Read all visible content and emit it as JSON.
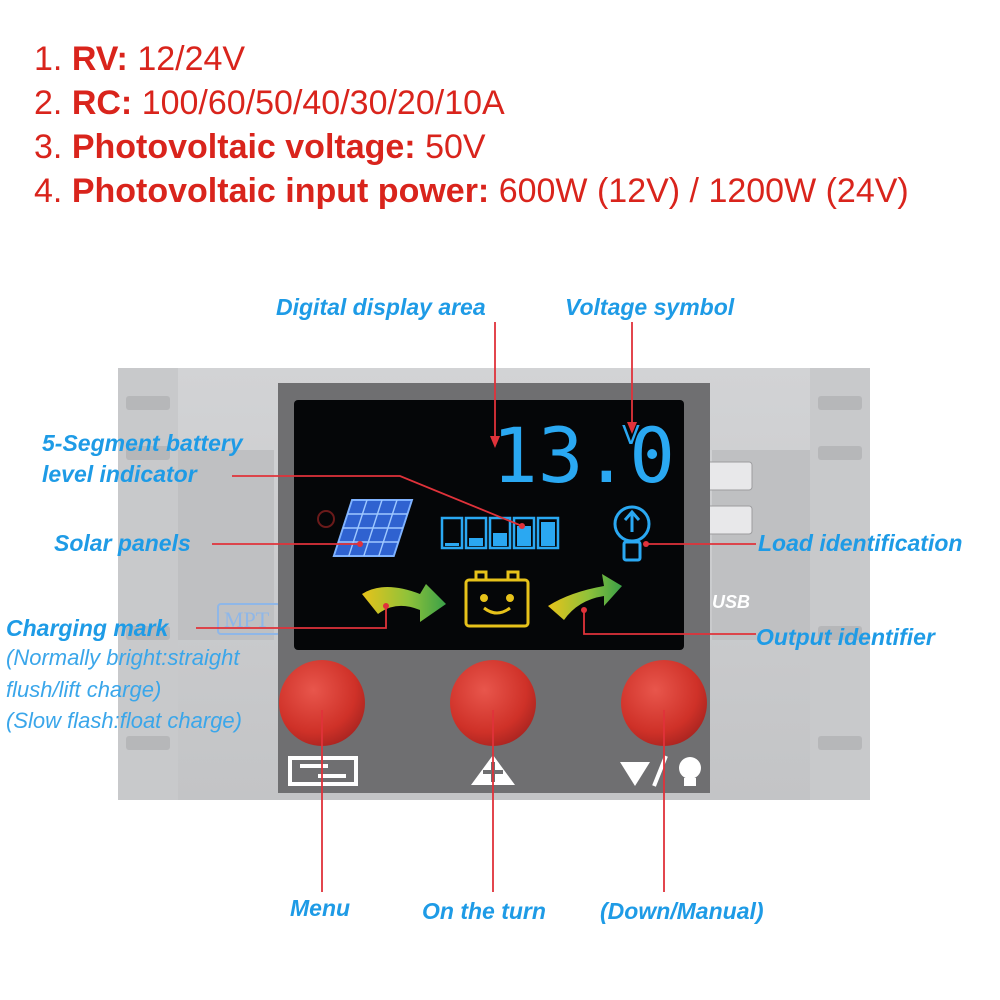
{
  "specs": [
    {
      "num": "1.",
      "label": "RV:",
      "value": " 12/24V"
    },
    {
      "num": "2.",
      "label": "RC:",
      "value": " 100/60/50/40/30/20/10A"
    },
    {
      "num": "3.",
      "label": "Photovoltaic voltage:",
      "value": " 50V"
    },
    {
      "num": "4.",
      "label": "Photovoltaic input power:",
      "value": " 600W (12V) / 1200W (24V)"
    }
  ],
  "display": {
    "reading": "13.0",
    "unit": "V"
  },
  "device": {
    "usb_label": "USB",
    "brand": "MPT"
  },
  "callouts": {
    "digital_display": "Digital display area",
    "voltage_symbol": "Voltage symbol",
    "battery_level_1": "5-Segment battery",
    "battery_level_2": "level indicator",
    "solar_panels": "Solar panels",
    "load_identification": "Load identification",
    "charging_mark": "Charging mark",
    "charging_note_1": "(Normally bright:straight",
    "charging_note_2": "flush/lift charge)",
    "charging_note_3": "(Slow flash:float charge)",
    "output_identifier": "Output identifier",
    "menu": "Menu",
    "on_the_turn": "On the turn",
    "down_manual": "(Down/Manual)"
  },
  "colors": {
    "spec_red": "#d9241c",
    "callout_blue": "#1e9be6",
    "button_red": "#d23a32",
    "lcd_blue": "#2aa8f2",
    "leader_red": "#e0323a"
  }
}
